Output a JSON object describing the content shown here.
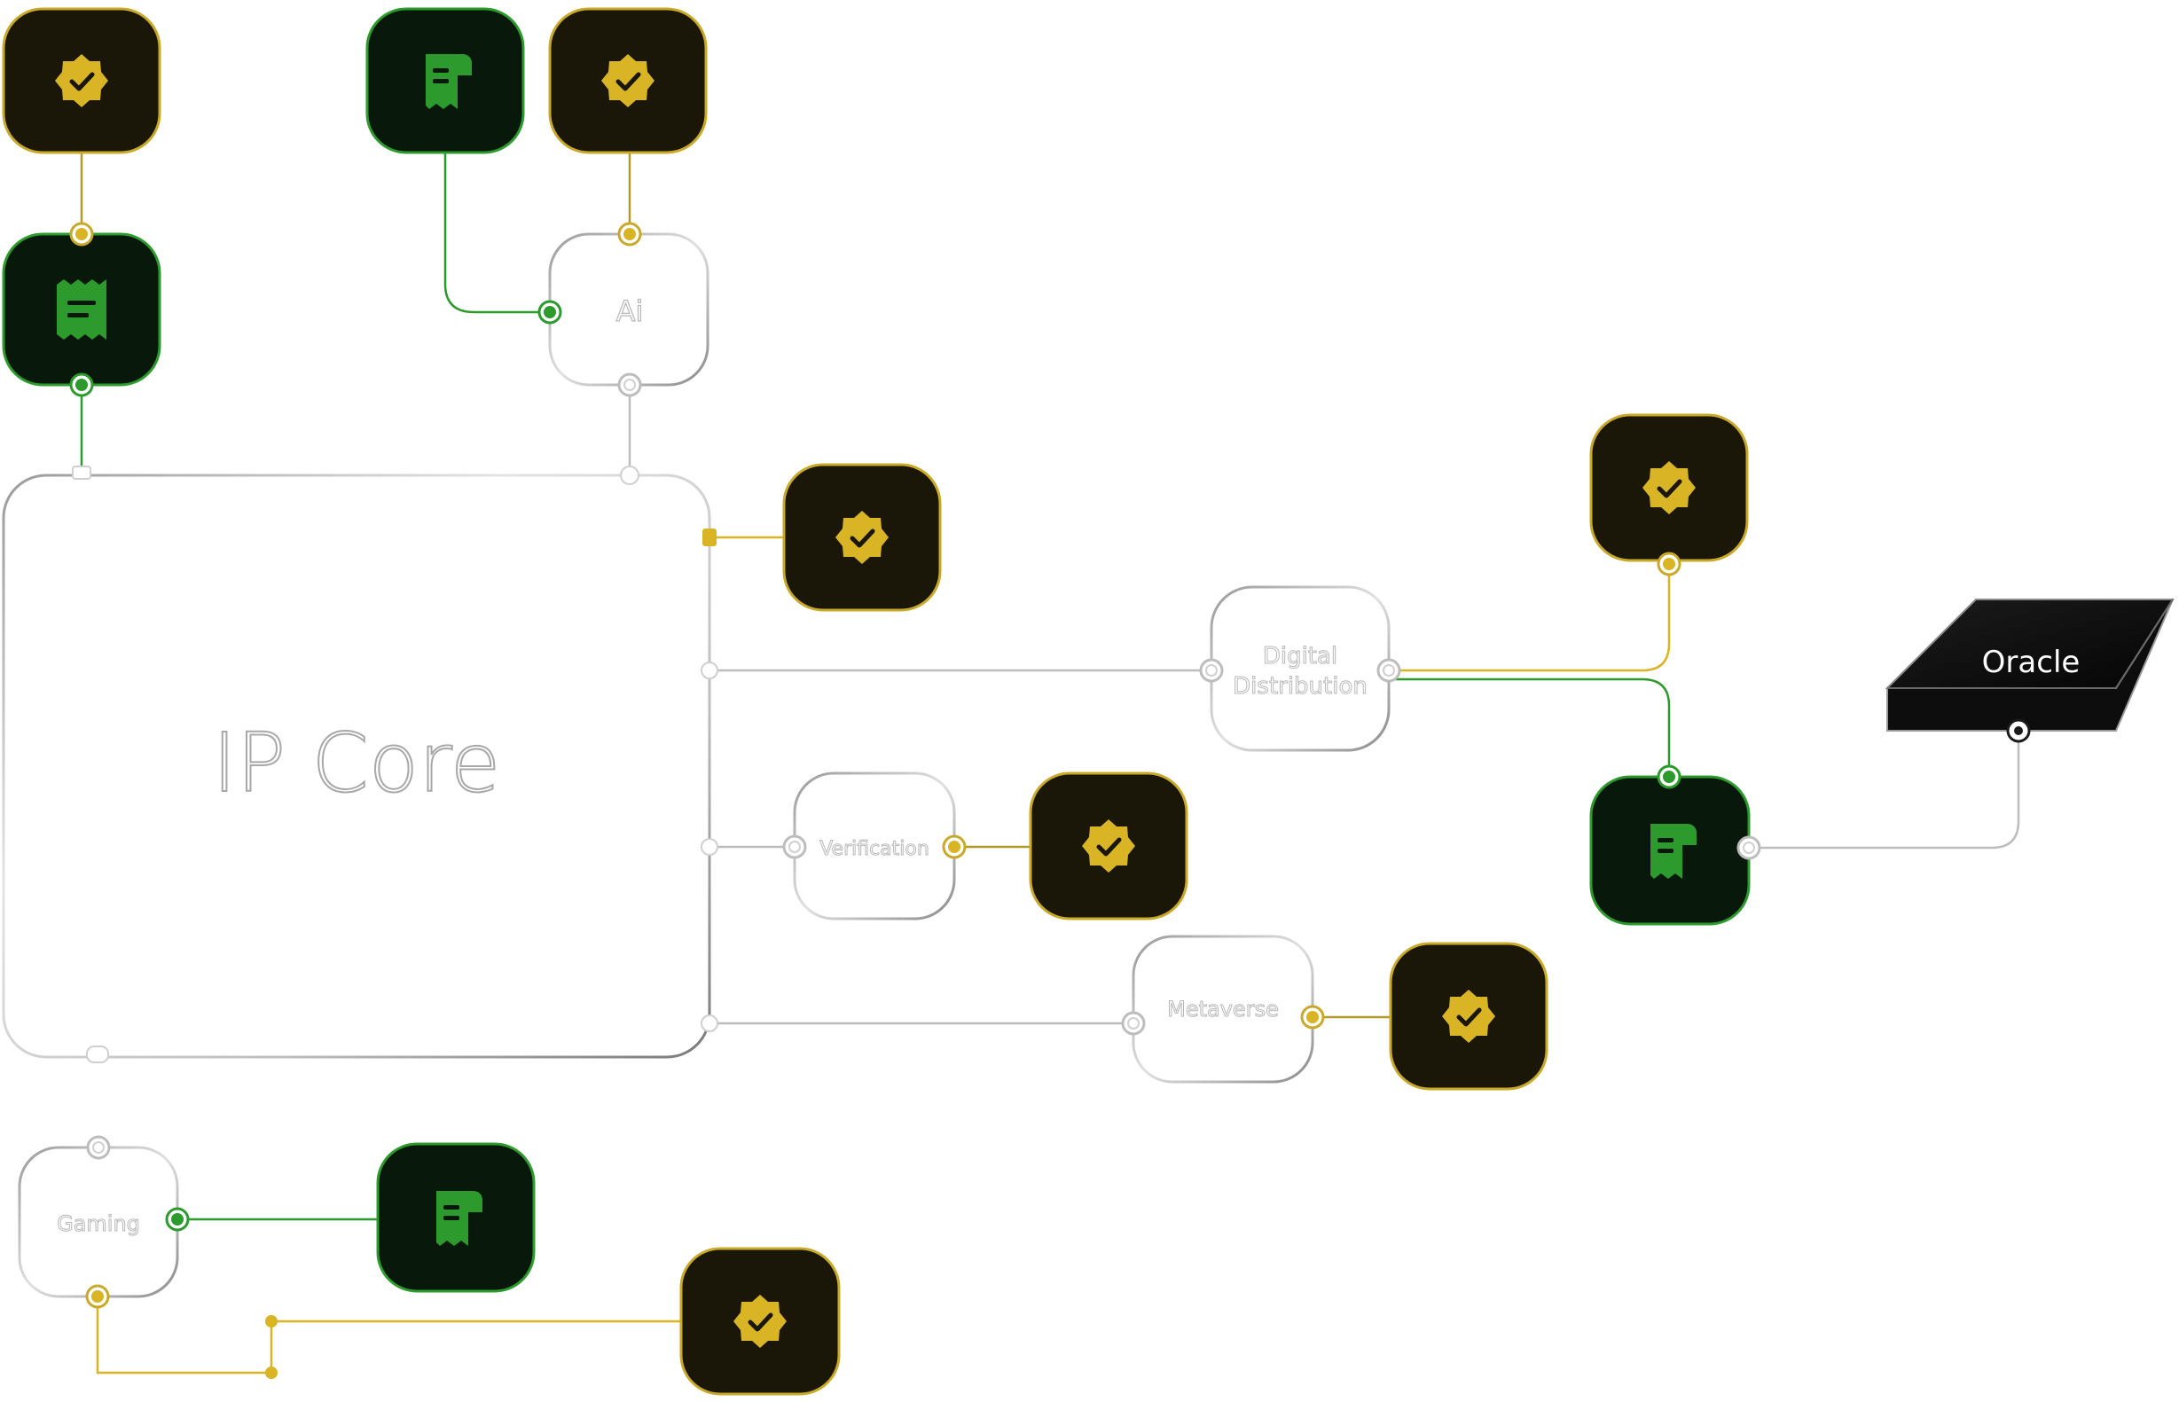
{
  "diagram": {
    "core_label": "IP Core",
    "nodes": {
      "ai": "Ai",
      "digital_distribution_line1": "Digital",
      "digital_distribution_line2": "Distribution",
      "verification": "Verification",
      "metaverse": "Metaverse",
      "gaming": "Gaming",
      "oracle": "Oracle"
    },
    "icons": {
      "badge": "verified-badge-icon",
      "receipt": "receipt-icon",
      "scroll": "receipt-scroll-icon"
    },
    "colors": {
      "green": "#2c9a2c",
      "gold": "#d9b526",
      "gray_line": "#bdbdbd",
      "badge_tile": "#1a1608",
      "receipt_tile": "#08180a",
      "oracle_box": "#141414"
    }
  }
}
